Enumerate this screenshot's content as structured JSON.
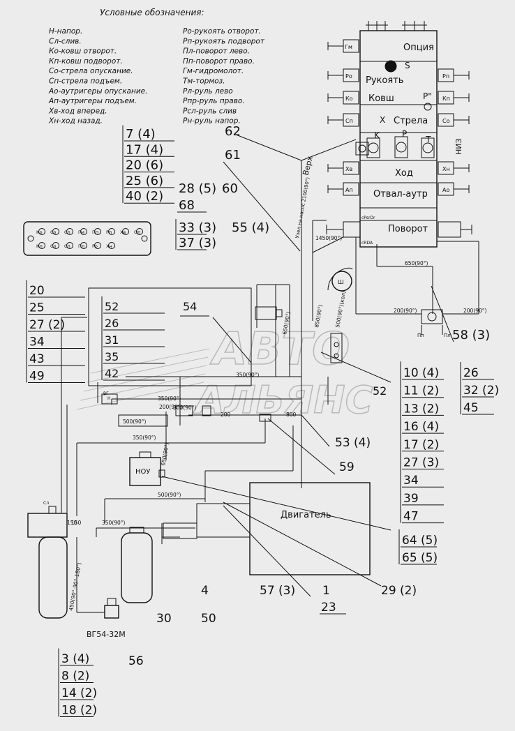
{
  "legend": {
    "title": "Условные обозначения:",
    "left": [
      "Н-напор.",
      "Сл-слив.",
      "Ко-ковш отворот.",
      "Кп-ковш подворот.",
      "Со-стрела опускание.",
      "Сп-стрела подъем.",
      "Ао-аутригеры опускание.",
      "Ап-аутригеры подъем.",
      "Хв-ход вперед.",
      "Хн-ход назад."
    ],
    "right": [
      "Ро-рукоять отворот.",
      "Рп-рукоять подворот",
      "Пл-поворот лево.",
      "Пп-поворот право.",
      "Гм-гидромолот.",
      "Тм-тормоз.",
      "Рл-руль лево",
      "Рпр-руль право.",
      "Рсл-руль слив",
      "Рн-руль напор."
    ]
  },
  "valve_block": {
    "sections": [
      "Опция",
      "Рукоять",
      "Ковш",
      "Стрела",
      "Ход",
      "Отвал-аутр",
      "Поворот"
    ],
    "ports_left": [
      "Гм",
      "Ро",
      "Ко",
      "Сп",
      "Хв",
      "Ап"
    ],
    "ports_right": [
      "Рп",
      "Кп",
      "Со",
      "Хн",
      "Ао"
    ],
    "letters": [
      "S",
      "P\"",
      "X",
      "K",
      "P",
      "T"
    ],
    "code": "НИЗ",
    "top_label": "Верх",
    "node_label": "Узел на насос 2100(90°)",
    "bottom_ports": [
      "cPsrDr",
      "cRDA"
    ]
  },
  "panel": {
    "top": [
      "Ко",
      "Со",
      "Сп",
      "Гм",
      "Пп",
      "Рп",
      "Хв",
      "Оп"
    ],
    "bottom": [
      "Кп",
      "Со",
      "Сп",
      "Пл",
      "Ро",
      "Хн"
    ]
  },
  "components": {
    "engine": "Двигатель",
    "nou": "НОУ",
    "vg": "ВГ54-32М",
    "pump": "Ш",
    "pl": "Пл",
    "sl": "Сл",
    "vg_tag": "ВГ",
    "n_tag": "Н"
  },
  "dims": [
    "1450(90°)",
    "650(90°)",
    "200(90°)",
    "200(90°)",
    "850(90°)",
    "500(90°)(кол)",
    "650(90°)",
    "200(90°)",
    "350(90°)",
    "350(90°)",
    "500(90°)",
    "200",
    "200(90°)",
    "800",
    "350(90°)",
    "650(90°)",
    "500(90°)",
    "150",
    "350(90°)",
    "450(90°-90°-180°)",
    "150"
  ],
  "refs": {
    "c1": [
      "7 (4)",
      "17 (4)",
      "20 (6)",
      "25 (6)",
      "40 (2)"
    ],
    "r28": "28 (5)",
    "r60": "60",
    "r68": "68",
    "r62": "62",
    "r61": "61",
    "c33": [
      "33 (3)",
      "37 (3)"
    ],
    "r55": "55 (4)",
    "c20": [
      "20",
      "25",
      "27 (2)",
      "34",
      "43",
      "49"
    ],
    "c52": [
      "52",
      "26",
      "31",
      "35",
      "42"
    ],
    "r54": "54",
    "r58": "58 (3)",
    "r52b": "52",
    "c10": [
      "10 (4)",
      "11 (2)",
      "13 (2)",
      "16 (4)",
      "17 (2)",
      "27 (3)",
      "34",
      "39",
      "47"
    ],
    "c26": [
      "26",
      "32 (2)",
      "45"
    ],
    "r53": "53 (4)",
    "r59": "59",
    "c64": [
      "64 (5)",
      "65 (5)"
    ],
    "r29": "29 (2)",
    "r4": "4",
    "r57": "57 (3)",
    "r1": "1",
    "r23": "23",
    "r50": "50",
    "r30": "30",
    "r56": "56",
    "c3": [
      "3 (4)",
      "8 (2)",
      "14 (2)",
      "18 (2)"
    ]
  },
  "watermark": [
    "АВТО",
    "АЛЬЯНС"
  ]
}
